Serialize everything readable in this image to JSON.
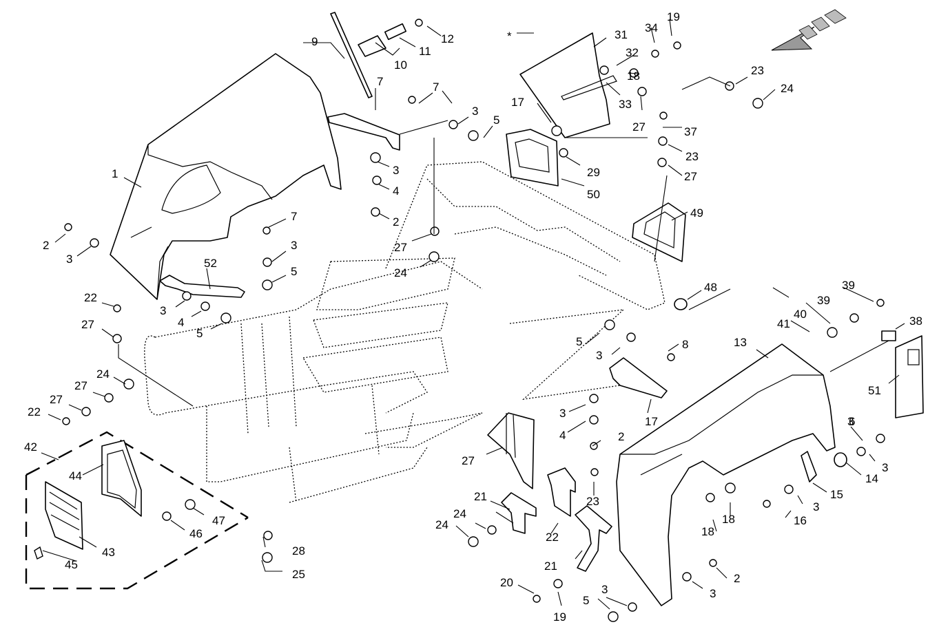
{
  "diagram": {
    "kind": "exploded parts diagram",
    "asterisk": "*",
    "arrow_icon": "orientation-arrow-icon",
    "callouts": [
      {
        "id": "c1",
        "text": "1"
      },
      {
        "id": "c2a",
        "text": "2"
      },
      {
        "id": "c2b",
        "text": "2"
      },
      {
        "id": "c2c",
        "text": "2"
      },
      {
        "id": "c2d",
        "text": "2"
      },
      {
        "id": "c3a",
        "text": "3"
      },
      {
        "id": "c3b",
        "text": "3"
      },
      {
        "id": "c3c",
        "text": "3"
      },
      {
        "id": "c3d",
        "text": "3"
      },
      {
        "id": "c3e",
        "text": "3"
      },
      {
        "id": "c3f",
        "text": "3"
      },
      {
        "id": "c3g",
        "text": "3"
      },
      {
        "id": "c3h",
        "text": "3"
      },
      {
        "id": "c3i",
        "text": "3"
      },
      {
        "id": "c3j",
        "text": "3"
      },
      {
        "id": "c3k",
        "text": "3"
      },
      {
        "id": "c3l",
        "text": "3"
      },
      {
        "id": "c4a",
        "text": "4"
      },
      {
        "id": "c4b",
        "text": "4"
      },
      {
        "id": "c4c",
        "text": "4"
      },
      {
        "id": "c5a",
        "text": "5"
      },
      {
        "id": "c5b",
        "text": "5"
      },
      {
        "id": "c5c",
        "text": "5"
      },
      {
        "id": "c5d",
        "text": "5"
      },
      {
        "id": "c5e",
        "text": "5"
      },
      {
        "id": "c6",
        "text": "6"
      },
      {
        "id": "c7a",
        "text": "7"
      },
      {
        "id": "c7b",
        "text": "7"
      },
      {
        "id": "c7c",
        "text": "7"
      },
      {
        "id": "c8",
        "text": "8"
      },
      {
        "id": "c9",
        "text": "9"
      },
      {
        "id": "c10",
        "text": "10"
      },
      {
        "id": "c11",
        "text": "11"
      },
      {
        "id": "c12",
        "text": "12"
      },
      {
        "id": "c13",
        "text": "13"
      },
      {
        "id": "c14",
        "text": "14"
      },
      {
        "id": "c15",
        "text": "15"
      },
      {
        "id": "c16",
        "text": "16"
      },
      {
        "id": "c17a",
        "text": "17"
      },
      {
        "id": "c17b",
        "text": "17"
      },
      {
        "id": "c18a",
        "text": "18"
      },
      {
        "id": "c18b",
        "text": "18"
      },
      {
        "id": "c18c",
        "text": "18"
      },
      {
        "id": "c19a",
        "text": "19"
      },
      {
        "id": "c19b",
        "text": "19"
      },
      {
        "id": "c20",
        "text": "20"
      },
      {
        "id": "c21a",
        "text": "21"
      },
      {
        "id": "c21b",
        "text": "21"
      },
      {
        "id": "c22a",
        "text": "22"
      },
      {
        "id": "c22b",
        "text": "22"
      },
      {
        "id": "c22c",
        "text": "22"
      },
      {
        "id": "c23a",
        "text": "23"
      },
      {
        "id": "c23b",
        "text": "23"
      },
      {
        "id": "c23c",
        "text": "23"
      },
      {
        "id": "c24a",
        "text": "24"
      },
      {
        "id": "c24b",
        "text": "24"
      },
      {
        "id": "c24c",
        "text": "24"
      },
      {
        "id": "c24d",
        "text": "24"
      },
      {
        "id": "c24e",
        "text": "24"
      },
      {
        "id": "c25",
        "text": "25"
      },
      {
        "id": "c27a",
        "text": "27"
      },
      {
        "id": "c27b",
        "text": "27"
      },
      {
        "id": "c27c",
        "text": "27"
      },
      {
        "id": "c27d",
        "text": "27"
      },
      {
        "id": "c27e",
        "text": "27"
      },
      {
        "id": "c27f",
        "text": "27"
      },
      {
        "id": "c27g",
        "text": "27"
      },
      {
        "id": "c28",
        "text": "28"
      },
      {
        "id": "c29",
        "text": "29"
      },
      {
        "id": "c31",
        "text": "31"
      },
      {
        "id": "c32",
        "text": "32"
      },
      {
        "id": "c33",
        "text": "33"
      },
      {
        "id": "c34",
        "text": "34"
      },
      {
        "id": "c37",
        "text": "37"
      },
      {
        "id": "c38",
        "text": "38"
      },
      {
        "id": "c39a",
        "text": "39"
      },
      {
        "id": "c39b",
        "text": "39"
      },
      {
        "id": "c40",
        "text": "40"
      },
      {
        "id": "c41",
        "text": "41"
      },
      {
        "id": "c42",
        "text": "42"
      },
      {
        "id": "c43",
        "text": "43"
      },
      {
        "id": "c44",
        "text": "44"
      },
      {
        "id": "c45",
        "text": "45"
      },
      {
        "id": "c46",
        "text": "46"
      },
      {
        "id": "c47",
        "text": "47"
      },
      {
        "id": "c48",
        "text": "48"
      },
      {
        "id": "c49",
        "text": "49"
      },
      {
        "id": "c50",
        "text": "50"
      },
      {
        "id": "c51",
        "text": "51"
      },
      {
        "id": "c52",
        "text": "52"
      }
    ]
  }
}
